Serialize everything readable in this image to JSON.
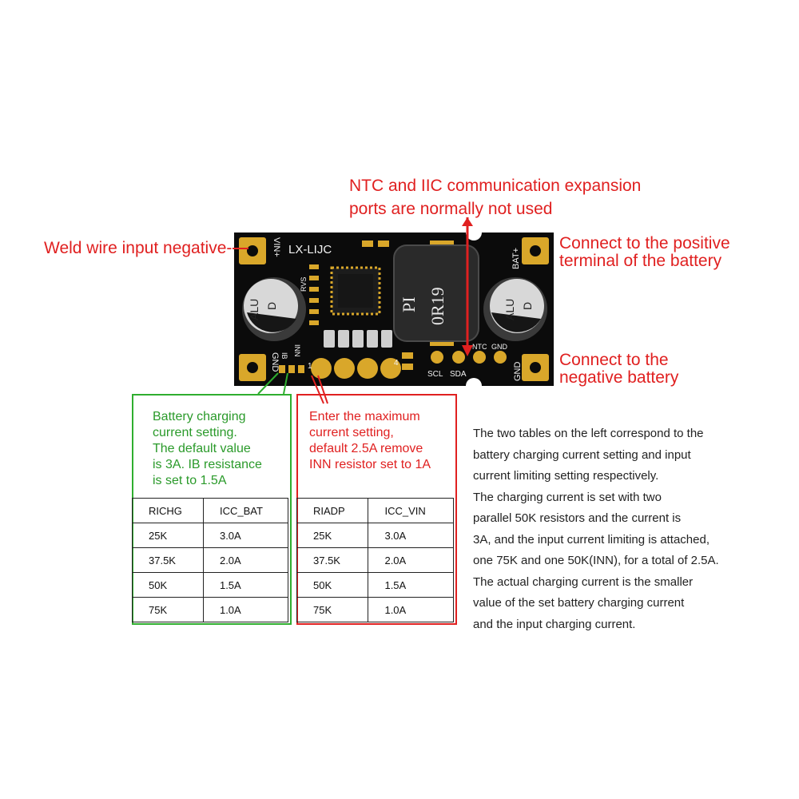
{
  "callouts": {
    "top_line1": "NTC and IIC communication expansion",
    "top_line2": "ports are normally not used",
    "weld": "Weld wire input negative-",
    "positive_line1": "Connect to the positive",
    "positive_line2": "terminal of the battery",
    "negative_line1": "Connect to the",
    "negative_line2": "negative battery"
  },
  "board": {
    "name": "LX-LIJC",
    "vin_plus": "VIN+",
    "bat_plus": "BAT+",
    "gnd_left": "GND",
    "gnd_right": "GND",
    "gnd_mid": "GND",
    "ntc": "NTC",
    "scl": "SCL",
    "sda": "SDA",
    "rvs": "RVS",
    "ib": "IB",
    "inn": "INN",
    "cap_left": "ALU",
    "cap_left_d": "D",
    "cap_right": "ALU",
    "cap_right_d": "D",
    "inductor_line1": "PI",
    "inductor_line2": "0R19",
    "pin_one": "1",
    "pin_four": "4"
  },
  "green_note": {
    "line1": "Battery charging",
    "line2": "current setting.",
    "line3": "The default value",
    "line4": "is 3A. IB resistance",
    "line5": "is set to 1.5A"
  },
  "red_note": {
    "line1": "Enter the maximum",
    "line2": "current setting,",
    "line3": "default 2.5A remove",
    "line4": "INN resistor set to 1A"
  },
  "table_bat": {
    "headers": [
      "RICHG",
      "ICC_BAT"
    ],
    "rows": [
      [
        "25K",
        "3.0A"
      ],
      [
        "37.5K",
        "2.0A"
      ],
      [
        "50K",
        "1.5A"
      ],
      [
        "75K",
        "1.0A"
      ]
    ]
  },
  "table_vin": {
    "headers": [
      "RIADP",
      "ICC_VIN"
    ],
    "rows": [
      [
        "25K",
        "3.0A"
      ],
      [
        "37.5K",
        "2.0A"
      ],
      [
        "50K",
        "1.5A"
      ],
      [
        "75K",
        "1.0A"
      ]
    ]
  },
  "description": [
    "The two tables on the left correspond to the",
    "battery charging current setting and input",
    "current limiting setting respectively.",
    "The charging current is set with two",
    "parallel 50K resistors and the current is",
    "3A, and the input current limiting is attached,",
    "one 75K and one 50K(INN), for a total of 2.5A.",
    "The actual charging current is the smaller",
    "value of the set battery charging current",
    "and the input charging current."
  ]
}
